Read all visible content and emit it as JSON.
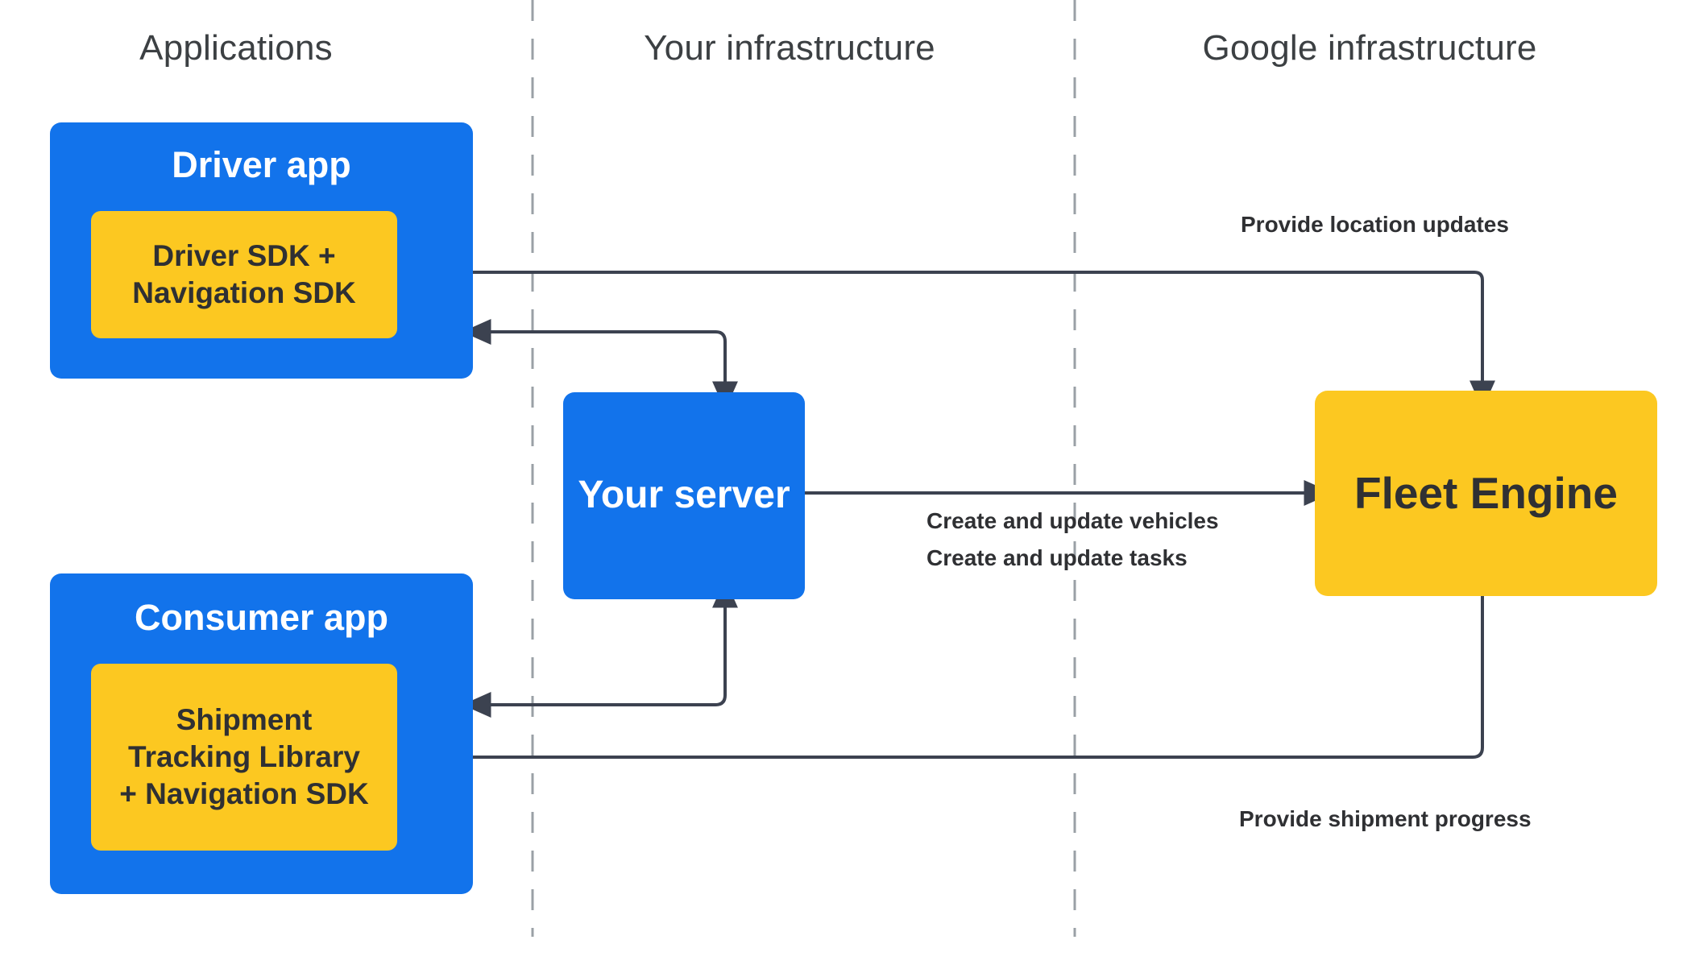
{
  "columns": [
    {
      "id": "applications",
      "label": "Applications"
    },
    {
      "id": "your-infrastructure",
      "label": "Your infrastructure"
    },
    {
      "id": "google-infrastructure",
      "label": "Google infrastructure"
    }
  ],
  "nodes": {
    "driver_app": {
      "title": "Driver app",
      "sdk": "Driver SDK +\nNavigation SDK"
    },
    "consumer_app": {
      "title": "Consumer app",
      "sdk": "Shipment\nTracking Library\n+ Navigation SDK"
    },
    "your_server": {
      "title": "Your server"
    },
    "fleet_engine": {
      "title": "Fleet Engine"
    }
  },
  "edge_labels": {
    "location_updates": "Provide location updates",
    "create_vehicles": "Create and update vehicles",
    "create_tasks": "Create and update tasks",
    "shipment_progress": "Provide shipment progress"
  },
  "colors": {
    "blue": "#1273eb",
    "yellow": "#fcc821",
    "connector": "#3c4250",
    "divider": "#9aa0a6",
    "header_text": "#3c4043",
    "dark_text": "#2f3033",
    "background": "#ffffff"
  }
}
